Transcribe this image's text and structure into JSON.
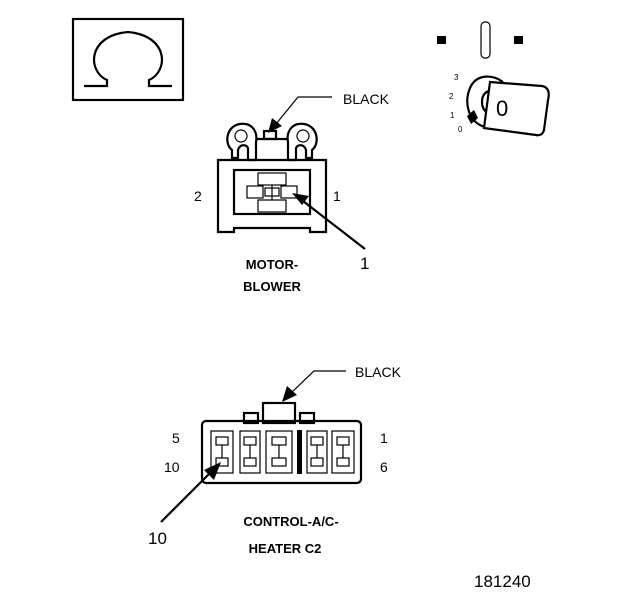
{
  "motor_connector": {
    "wire_color": "BLACK",
    "pin_left": "2",
    "pin_right": "1",
    "callout": "1",
    "name_line1": "MOTOR-",
    "name_line2": "BLOWER"
  },
  "control_connector": {
    "wire_color": "BLACK",
    "pin_top_left": "5",
    "pin_top_right": "1",
    "pin_bottom_left": "10",
    "pin_bottom_right": "6",
    "callout": "10",
    "name_line1": "CONTROL-A/C-",
    "name_line2": "HEATER C2"
  },
  "ignition_key": {
    "positions": [
      "3",
      "2",
      "1",
      "0"
    ],
    "key_label": "0"
  },
  "figure_number": "181240"
}
